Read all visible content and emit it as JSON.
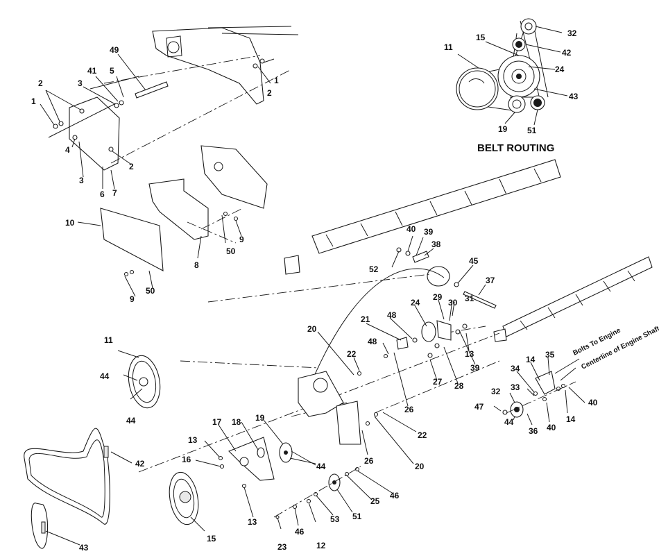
{
  "diagram": {
    "inset_title": "BELT ROUTING",
    "notes": {
      "bolts_to_engine": "Bolts To Engine",
      "centerline_engine_shaft": "Centerline of Engine Shaft"
    },
    "inset_callouts": [
      "32",
      "42",
      "24",
      "43",
      "51",
      "19",
      "15",
      "11"
    ],
    "callouts": [
      "1",
      "2",
      "2",
      "1",
      "49",
      "41",
      "5",
      "3",
      "4",
      "3",
      "6",
      "7",
      "2",
      "10",
      "8",
      "50",
      "9",
      "9",
      "50",
      "40",
      "39",
      "38",
      "52",
      "45",
      "37",
      "24",
      "29",
      "30",
      "31",
      "21",
      "48",
      "48",
      "20",
      "22",
      "13",
      "39",
      "28",
      "27",
      "26",
      "11",
      "44",
      "44",
      "17",
      "18",
      "19",
      "13",
      "16",
      "44",
      "13",
      "15",
      "22",
      "20",
      "26",
      "46",
      "25",
      "51",
      "53",
      "12",
      "46",
      "23",
      "14",
      "35",
      "34",
      "33",
      "32",
      "47",
      "44",
      "36",
      "40",
      "14",
      "40",
      "42",
      "43"
    ]
  }
}
